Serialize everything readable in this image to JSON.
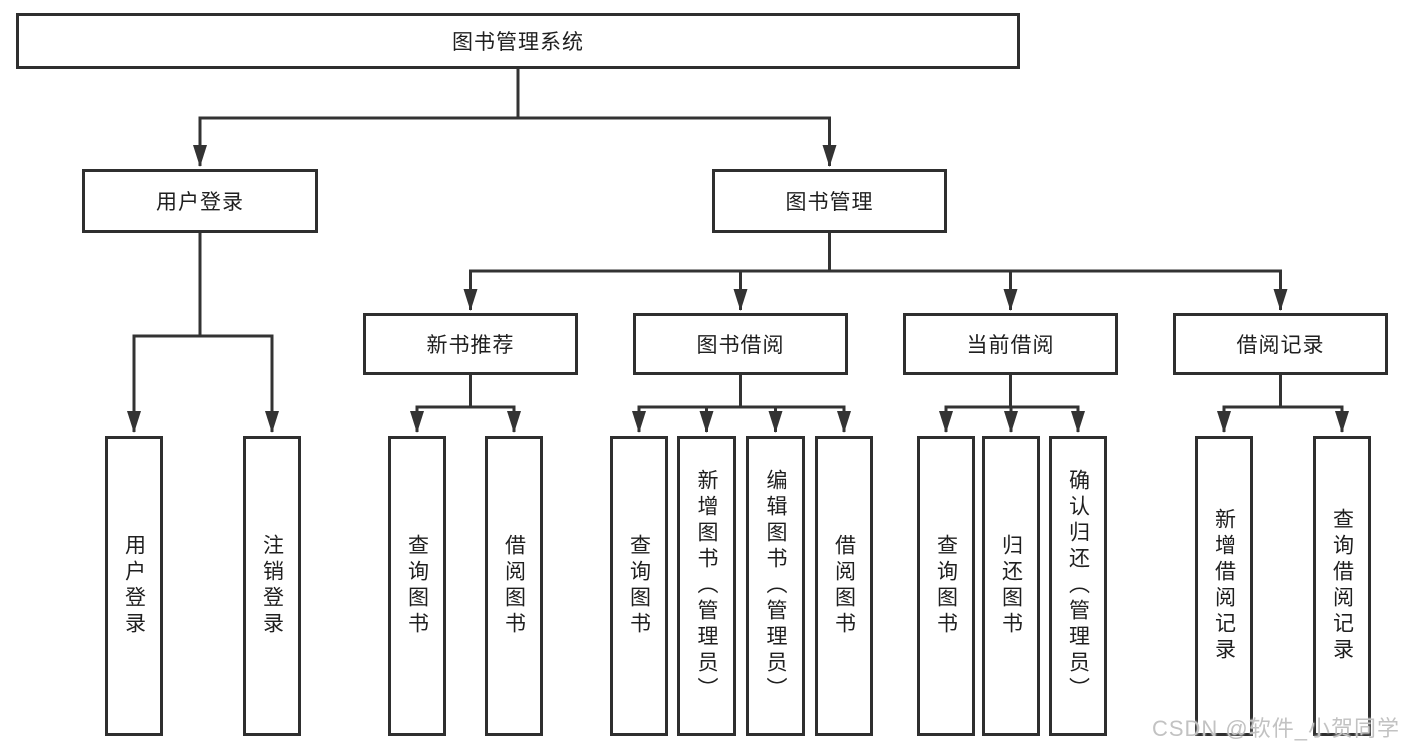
{
  "diagram_title": "图书管理系统",
  "colors": {
    "line": "#333333",
    "box_border": "#2f2f2f",
    "text": "#1f1f1f",
    "background": "#ffffff",
    "watermark": "#c2c2c2"
  },
  "nodes": {
    "root": "图书管理系统",
    "user_login": "用户登录",
    "book_management": "图书管理",
    "new_book_recommend": "新书推荐",
    "book_borrow": "图书借阅",
    "current_borrow": "当前借阅",
    "borrow_record": "借阅记录"
  },
  "leaves": {
    "user_login": [
      "用户登录",
      "注销登录"
    ],
    "new_book_recommend": [
      "查询图书",
      "借阅图书"
    ],
    "book_borrow": [
      "查询图书",
      "新增图书（管理员）",
      "编辑图书（管理员）",
      "借阅图书"
    ],
    "current_borrow": [
      "查询图书",
      "归还图书",
      "确认归还（管理员）"
    ],
    "borrow_record": [
      "新增借阅记录",
      "查询借阅记录"
    ]
  },
  "watermark": "CSDN @软件_小贺同学"
}
